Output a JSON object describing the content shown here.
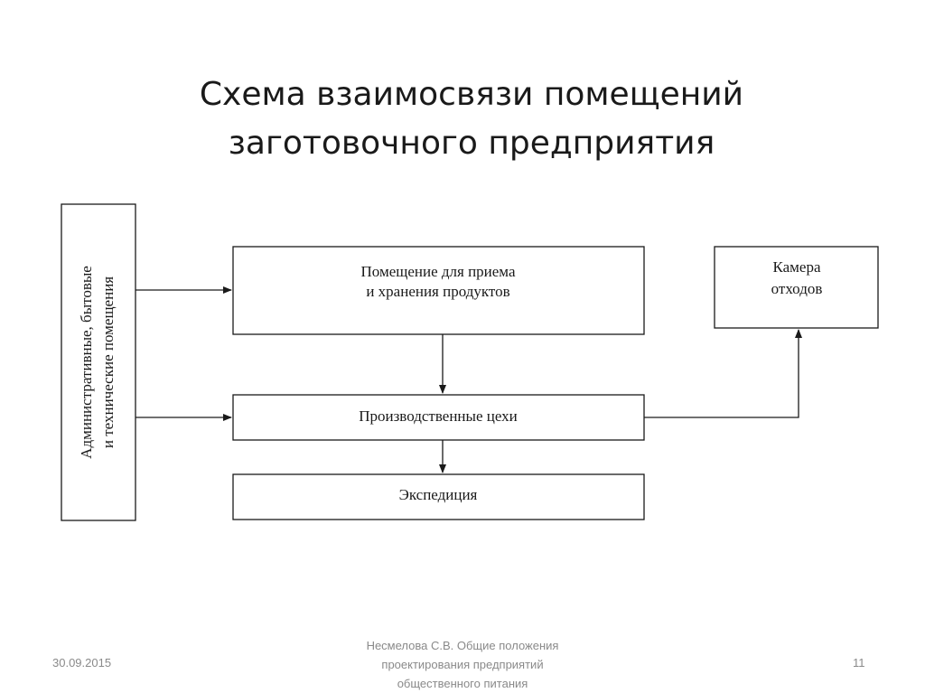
{
  "slide": {
    "title_line1": "Схема взаимосвязи помещений",
    "title_line2": "заготовочного предприятия"
  },
  "diagram": {
    "side_block": {
      "line1": "Административные, бытовые",
      "line2": "и технические помещения"
    },
    "receiving_box": {
      "line1": "Помещение для приема",
      "line2": "и хранения продуктов"
    },
    "production_box": {
      "label": "Производственные цехи"
    },
    "dispatch_box": {
      "label": "Экспедиция"
    },
    "waste_box": {
      "line1": "Камера",
      "line2": "отходов"
    }
  },
  "footer": {
    "date": "30.09.2015",
    "citation_line1": "Несмелова С.В. Общие положения",
    "citation_line2": "проектирования предприятий",
    "citation_line3": "общественного питания",
    "page_number": "11"
  }
}
